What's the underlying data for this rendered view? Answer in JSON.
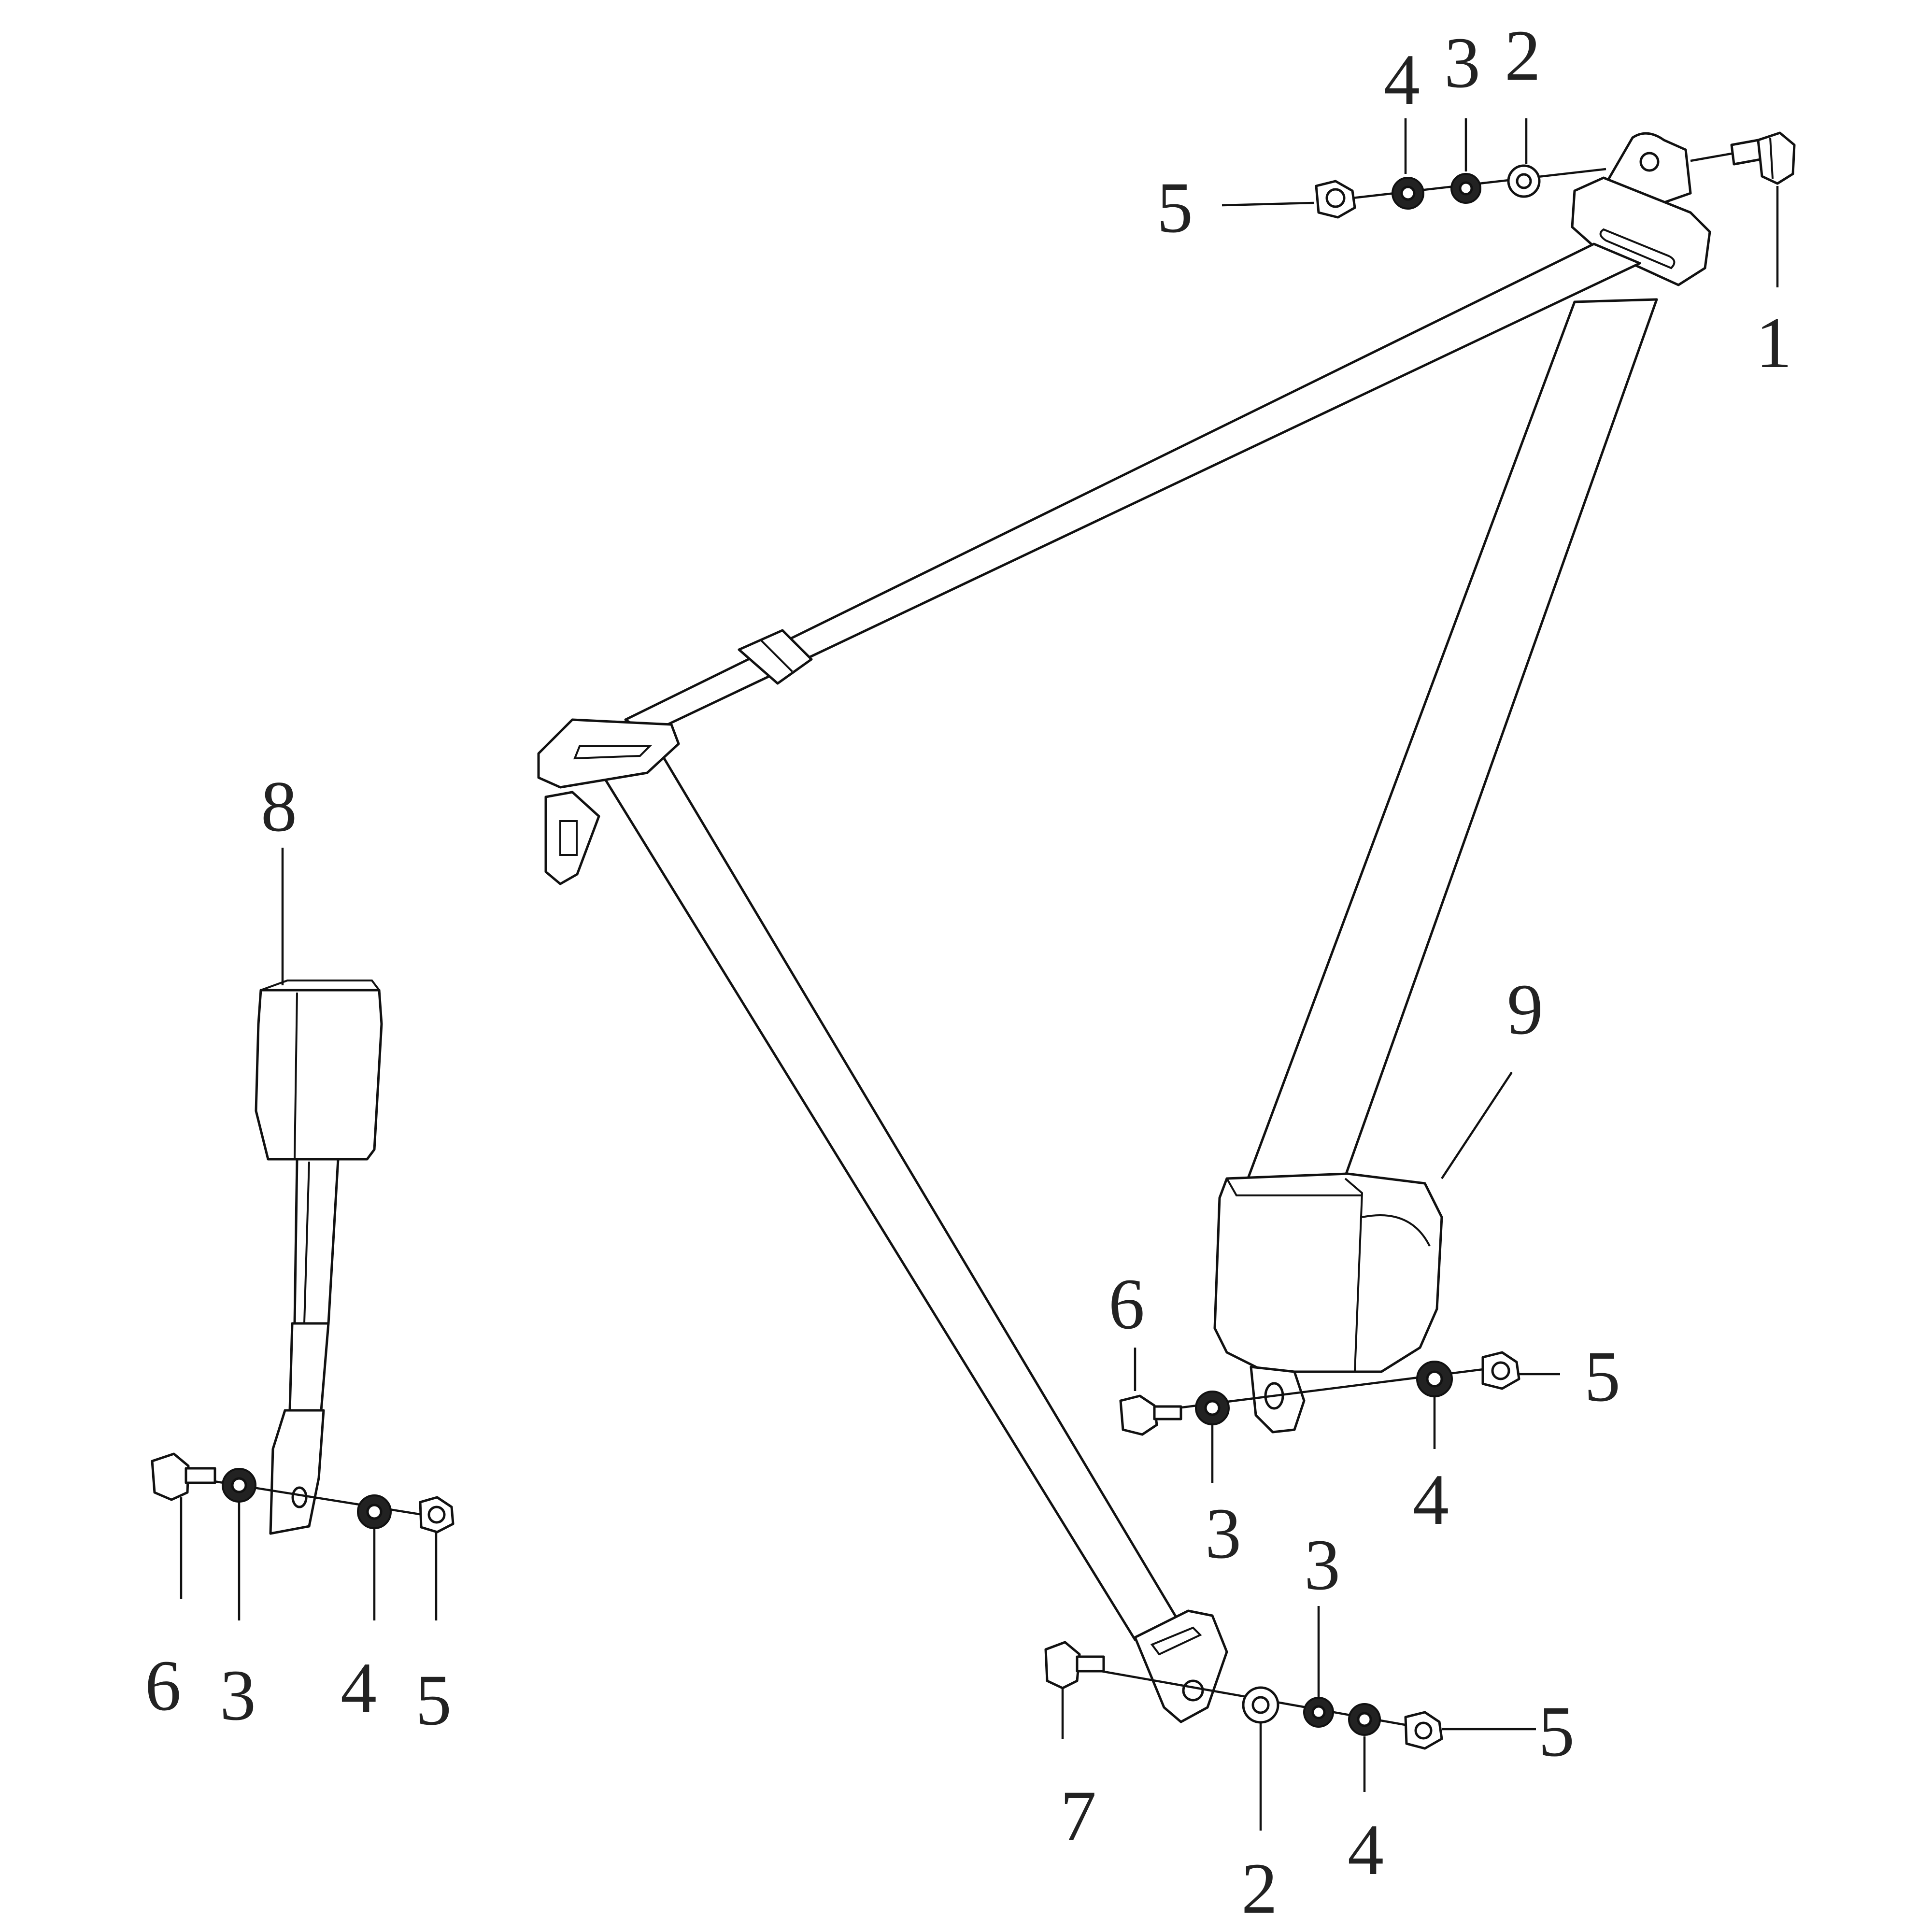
{
  "callouts": {
    "top": {
      "n4": "4",
      "n3": "3",
      "n2": "2",
      "n5": "5",
      "n1": "1"
    },
    "buckle": {
      "n8": "8",
      "n6": "6",
      "n3": "3",
      "n4": "4",
      "n5": "5"
    },
    "retractor": {
      "n9": "9",
      "n6": "6",
      "n3": "3",
      "n4": "4",
      "n5": "5"
    },
    "lower": {
      "n7": "7",
      "n2": "2",
      "n3": "3",
      "n4": "4",
      "n5": "5"
    }
  }
}
